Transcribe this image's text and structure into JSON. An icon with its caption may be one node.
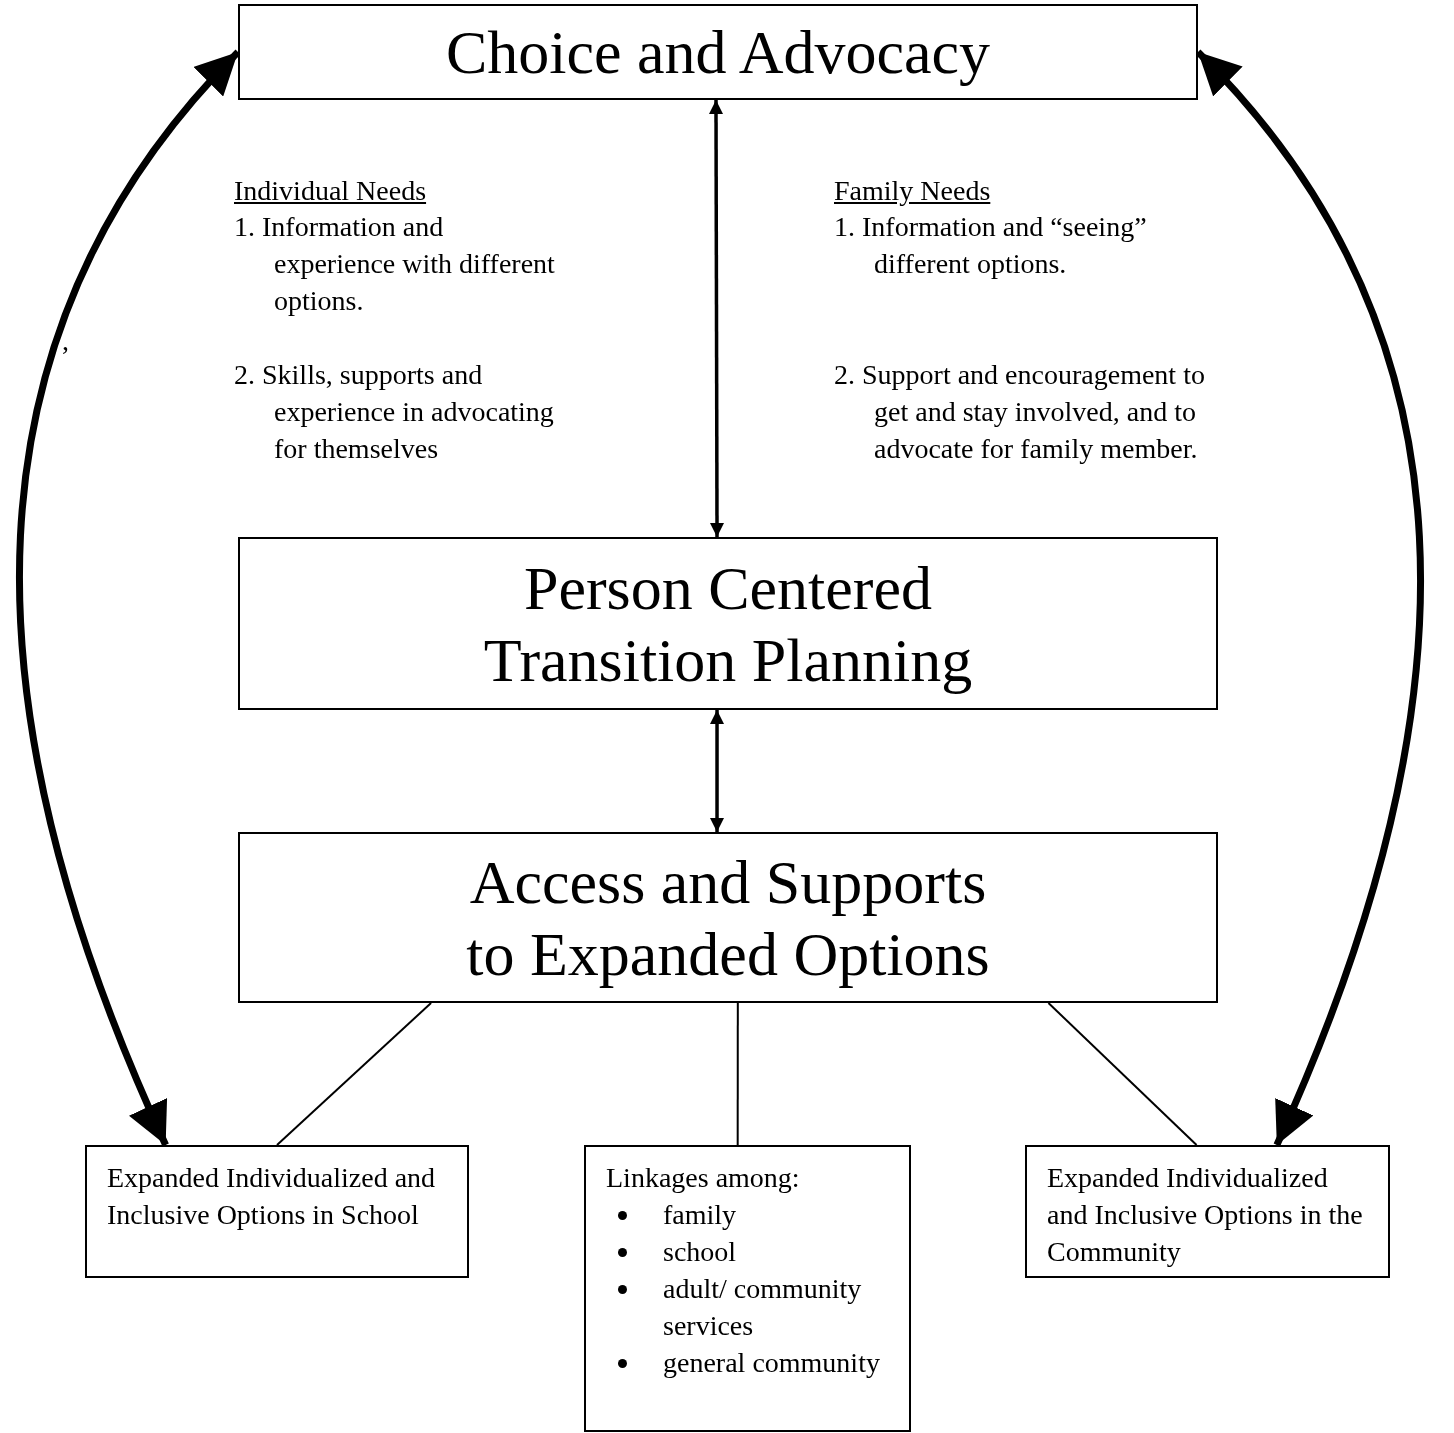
{
  "diagram": {
    "nodes": [
      {
        "text": [
          "Choice and Advocacy"
        ]
      },
      {
        "text": [
          "Person Centered Transition Planning"
        ]
      },
      {
        "text": [
          "Access and Supports to Expanded Options"
        ]
      },
      {
        "text": [
          "Expanded Individualized and Inclusive Options in School"
        ]
      },
      {
        "text": [
          "Linkages among:",
          "family",
          "school",
          "adult/ community services",
          "general community"
        ]
      },
      {
        "text": [
          "Expanded Individualized and Inclusive Options in the Community"
        ]
      }
    ],
    "edges": [
      {
        "from": 0,
        "to": 1,
        "arrow": "both"
      },
      {
        "from": 1,
        "to": 2,
        "arrow": "both"
      },
      {
        "from": 0,
        "to": 3,
        "arrow": "both",
        "style": "thick"
      },
      {
        "from": 0,
        "to": 5,
        "arrow": "both",
        "style": "thick"
      },
      {
        "from": 2,
        "to": 3,
        "arrow": "none"
      },
      {
        "from": 2,
        "to": 4,
        "arrow": "none"
      },
      {
        "from": 2,
        "to": 5,
        "arrow": "none"
      }
    ],
    "labels": [
      "Individual Needs",
      "1. Information and experience with different options.",
      "2. Skills, supports and experience in advocating for themselves",
      "Family Needs",
      "1. Information and “seeing” different options.",
      "2. Support and encouragement to get and stay involved, and to advocate for family member.",
      ","
    ]
  }
}
